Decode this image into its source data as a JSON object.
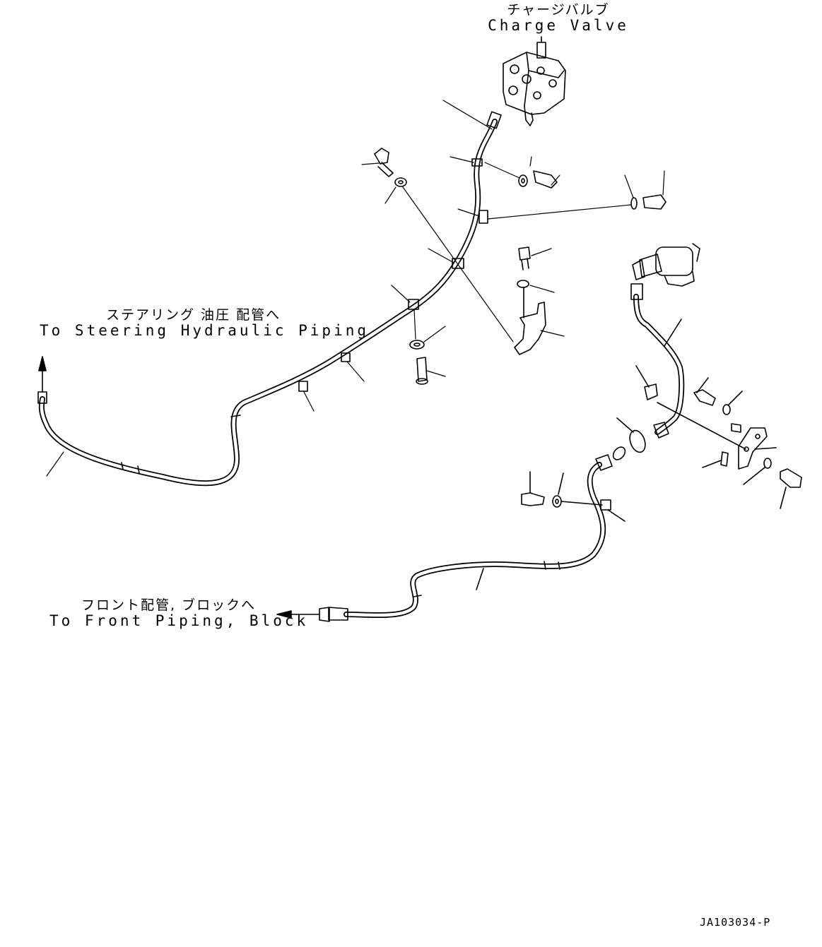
{
  "labels": {
    "charge_valve_jp": "チャージバルブ",
    "charge_valve_en": "Charge Valve",
    "steering_jp": "ステアリング 油圧 配管へ",
    "steering_en": "To Steering Hydraulic Piping",
    "front_jp": "フロント配管, ブロックへ",
    "front_en": "To Front Piping, Block"
  },
  "drawing_code": "JA103034-P",
  "colors": {
    "line": "#000000",
    "background": "#ffffff"
  }
}
